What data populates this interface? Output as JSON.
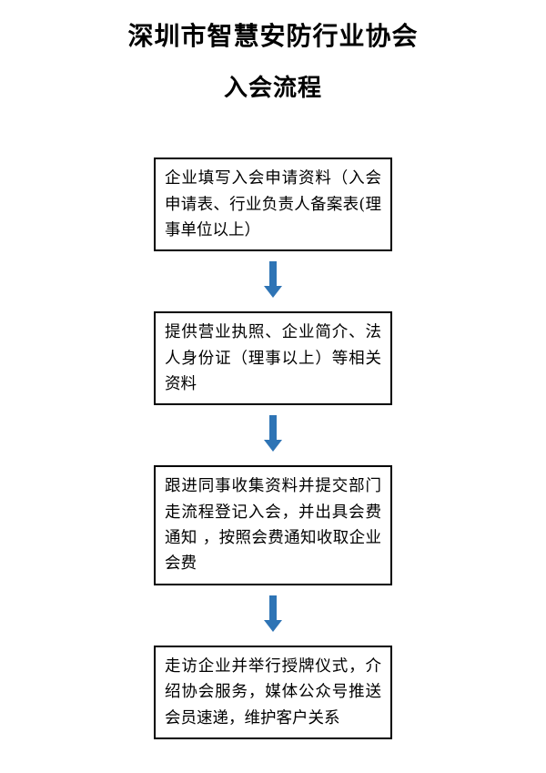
{
  "title": "深圳市智慧安防行业协会",
  "subtitle": "入会流程",
  "colors": {
    "arrow": "#2E74B5",
    "box_border": "#000000",
    "text": "#000000",
    "background": "#FFFFFF"
  },
  "flow": {
    "steps": [
      {
        "text": "企业填写入会申请资料（入会申请表、行业负责人备案表(理事单位以上）"
      },
      {
        "text": "提供营业执照、企业简介、法人身份证（理事以上）等相关资料"
      },
      {
        "text": "跟进同事收集资料并提交部门走流程登记入会，并出具会费通知 ，按照会费通知收取企业会费"
      },
      {
        "text": "走访企业并举行授牌仪式，介绍协会服务，媒体公众号推送会员速递，维护客户关系"
      }
    ]
  }
}
